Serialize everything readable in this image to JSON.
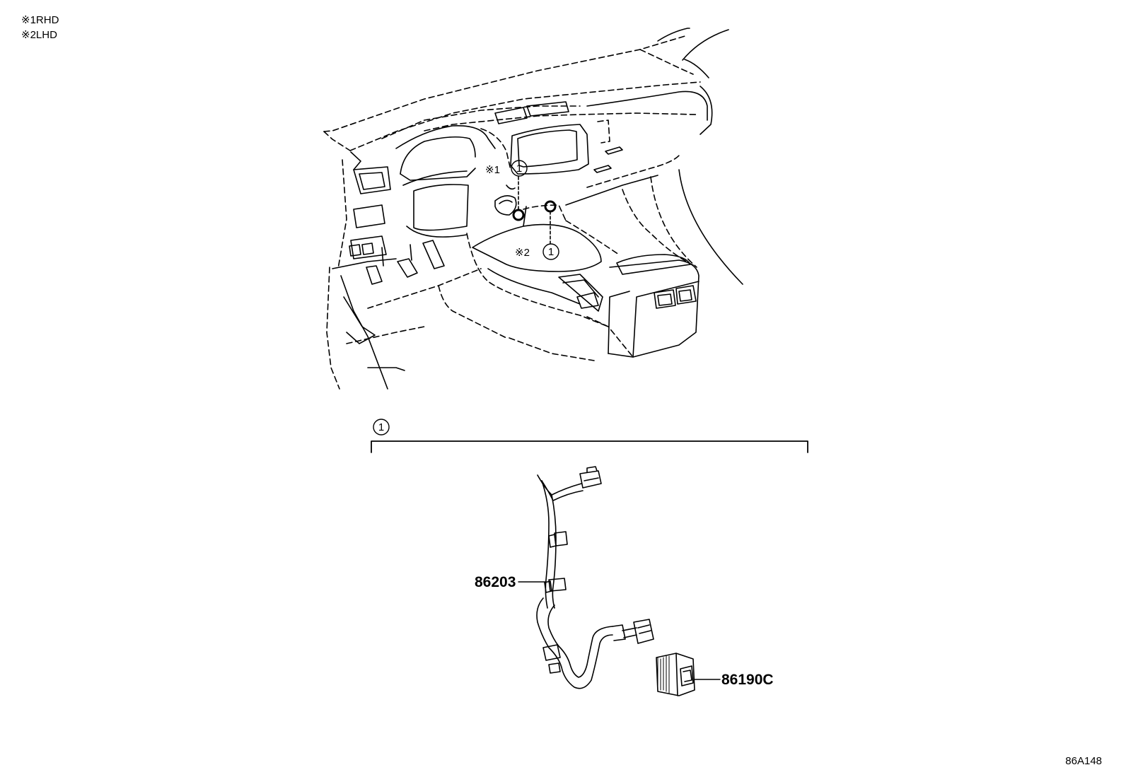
{
  "legend": {
    "items": [
      {
        "mark": "※1",
        "label": "RHD"
      },
      {
        "mark": "※2",
        "label": "LHD"
      }
    ]
  },
  "callouts": {
    "rhd": {
      "mark": "※1",
      "ref": "1"
    },
    "lhd": {
      "mark": "※2",
      "ref": "1"
    },
    "group": {
      "ref": "1"
    }
  },
  "parts": {
    "harness": {
      "number": "86203"
    },
    "socket": {
      "number": "86190C"
    }
  },
  "sheet_code": "86A148"
}
